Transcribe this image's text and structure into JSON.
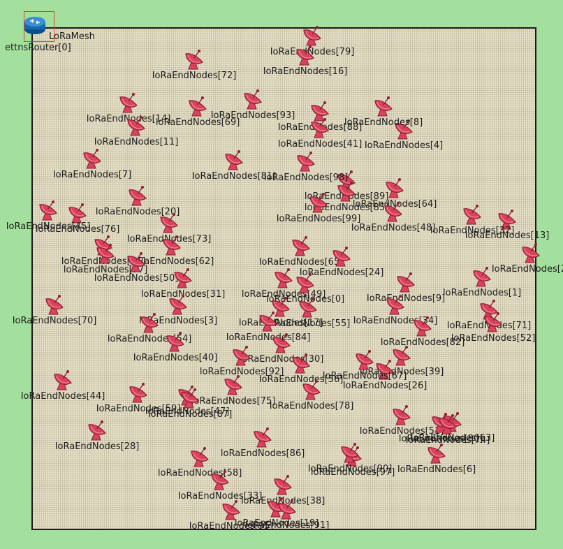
{
  "network": {
    "gateway_label": "LoRaMesh",
    "gateway_label_2": "ettnsRouter[0]"
  },
  "colors": {
    "node_fill": "#d9425a",
    "node_dark": "#8d1f34",
    "background": "#a3df9d",
    "canvas": "#e6e0c8"
  },
  "nodes": [
    {
      "label": "IoRaEndNodes[79]"
    },
    {
      "label": "IoRaEndNodes[16]"
    },
    {
      "label": "IoRaEndNodes[72]"
    },
    {
      "label": "IoRaEndNodes[14]"
    },
    {
      "label": "IoRaEndNodes[69]"
    },
    {
      "label": "IoRaEndNodes[93]"
    },
    {
      "label": "IoRaEndNodes[88]"
    },
    {
      "label": "IoRaEndNodes[4]"
    },
    {
      "label": "IoRaEndNodes[41]"
    },
    {
      "label": "IoRaEndNodes[11]"
    },
    {
      "label": "IoRaEndNodes[8]"
    },
    {
      "label": "IoRaEndNodes[7]"
    },
    {
      "label": "IoRaEndNodes[81]"
    },
    {
      "label": "IoRaEndNodes[89]"
    },
    {
      "label": "IoRaEndNodes[98]"
    },
    {
      "label": "IoRaEndNodes[85]"
    },
    {
      "label": "IoRaEndNodes[64]"
    },
    {
      "label": "IoRaEndNodes[20]"
    },
    {
      "label": "IoRaEndNodes[99]"
    },
    {
      "label": "IoRaEndNodes[76]"
    },
    {
      "label": "IoRaEndNodes[45]"
    },
    {
      "label": "IoRaEndNodes[48]"
    },
    {
      "label": "IoRaEndNodes[13]"
    },
    {
      "label": "IoRaEndNodes[32]"
    },
    {
      "label": "IoRaEndNodes[2]"
    },
    {
      "label": "IoRaEndNodes[73]"
    },
    {
      "label": "IoRaEndNodes[96]"
    },
    {
      "label": "IoRaEndNodes[62]"
    },
    {
      "label": "IoRaEndNodes[65]"
    },
    {
      "label": "IoRaEndNodes[24]"
    },
    {
      "label": "IoRaEndNodes[9]"
    },
    {
      "label": "IoRaEndNodes[1]"
    },
    {
      "label": "IoRaEndNodes[77]"
    },
    {
      "label": "IoRaEndNodes[50]"
    },
    {
      "label": "IoRaEndNodes[49]"
    },
    {
      "label": "IoRaEndNodes[31]"
    },
    {
      "label": "IoRaEndNodes[3]"
    },
    {
      "label": "IoRaEndNodes[0]"
    },
    {
      "label": "IoRaEndNodes[34]"
    },
    {
      "label": "IoRaEndNodes[71]"
    },
    {
      "label": "IoRaEndNodes[70]"
    },
    {
      "label": "IoRaEndNodes[54]"
    },
    {
      "label": "IoRaEndNodes[17]"
    },
    {
      "label": "IoRaEndNodes[55]"
    },
    {
      "label": "IoRaEndNodes[82]"
    },
    {
      "label": "IoRaEndNodes[52]"
    },
    {
      "label": "IoRaEndNodes[84]"
    },
    {
      "label": "IoRaEndNodes[30]"
    },
    {
      "label": "IoRaEndNodes[39]"
    },
    {
      "label": "IoRaEndNodes[40]"
    },
    {
      "label": "IoRaEndNodes[56]"
    },
    {
      "label": "IoRaEndNodes[92]"
    },
    {
      "label": "IoRaEndNodes[26]"
    },
    {
      "label": "IoRaEndNodes[67]"
    },
    {
      "label": "IoRaEndNodes[75]"
    },
    {
      "label": "IoRaEndNodes[51]"
    },
    {
      "label": "IoRaEndNodes[44]"
    },
    {
      "label": "IoRaEndNodes[47]"
    },
    {
      "label": "IoRaEndNodes[78]"
    },
    {
      "label": "IoRaEndNodes[59]"
    },
    {
      "label": "IoRaEndNodes[87]"
    },
    {
      "label": "IoRaEndNodes[63]"
    },
    {
      "label": "IoRaEndNodes[28]"
    },
    {
      "label": "IoRaEndNodes[58]"
    },
    {
      "label": "IoRaEndNodes[80]"
    },
    {
      "label": "IoRaEndNodes[74]"
    },
    {
      "label": "IoRaEndNodes[86]"
    },
    {
      "label": "IoRaEndNodes[97]"
    },
    {
      "label": "IoRaEndNodes[6]"
    },
    {
      "label": "IoRaEndNodes[33]"
    },
    {
      "label": "IoRaEndNodes[90]"
    },
    {
      "label": "IoRaEndNodes[38]"
    },
    {
      "label": "IoRaEndNodes[95]"
    },
    {
      "label": "IoRaEndNodes[19]"
    },
    {
      "label": "IoRaEndNodes[91]"
    }
  ]
}
